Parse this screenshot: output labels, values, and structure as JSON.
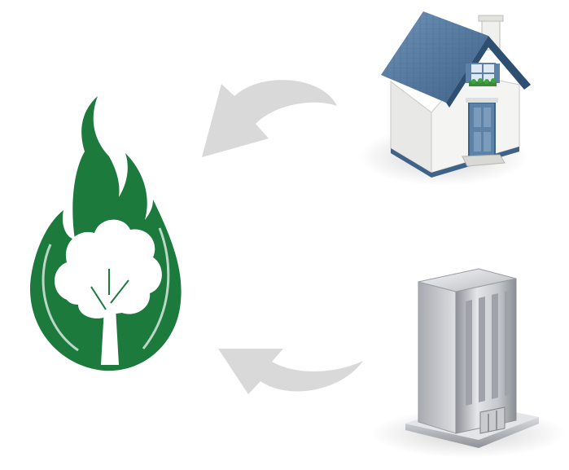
{
  "nodes": [
    {
      "id": "biomass-flame",
      "icon": "flame-tree-icon",
      "color": "#1b7a3c"
    },
    {
      "id": "house",
      "icon": "house-icon",
      "roof_color": "#4a6f96",
      "wall_color": "#f2f2f0",
      "door_color": "#5c82a8"
    },
    {
      "id": "office-building",
      "icon": "office-building-icon",
      "color": "#b9bcc2"
    }
  ],
  "edges": [
    {
      "from": "house",
      "to": "biomass-flame",
      "style": "curved-arrow",
      "color": "#d9d9d9"
    },
    {
      "from": "office-building",
      "to": "biomass-flame",
      "style": "curved-arrow",
      "color": "#d9d9d9"
    }
  ],
  "colors": {
    "background": "#ffffff",
    "arrow": "#d9d9d9",
    "flame": "#1b7a3c",
    "tree": "#ffffff"
  }
}
